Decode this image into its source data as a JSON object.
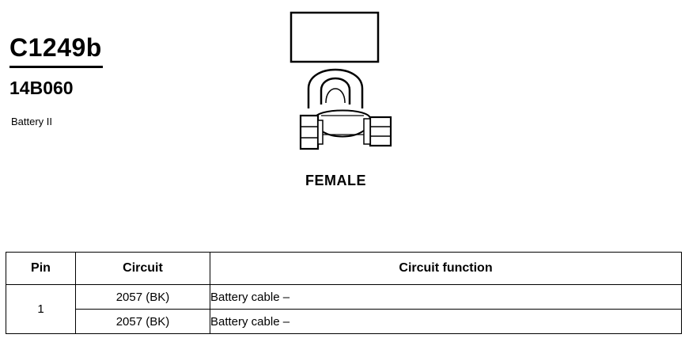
{
  "header": {
    "connector_id": "C1249b",
    "part_number": "14B060",
    "description": "Battery II"
  },
  "diagram": {
    "icon": "battery-terminal-clamp",
    "view_label": "FEMALE"
  },
  "table": {
    "columns": [
      "Pin",
      "Circuit",
      "Circuit function"
    ],
    "pin": "1",
    "rows": [
      {
        "circuit": "2057 (BK)",
        "function": "Battery cable –"
      },
      {
        "circuit": "2057 (BK)",
        "function": "Battery cable –"
      }
    ]
  }
}
